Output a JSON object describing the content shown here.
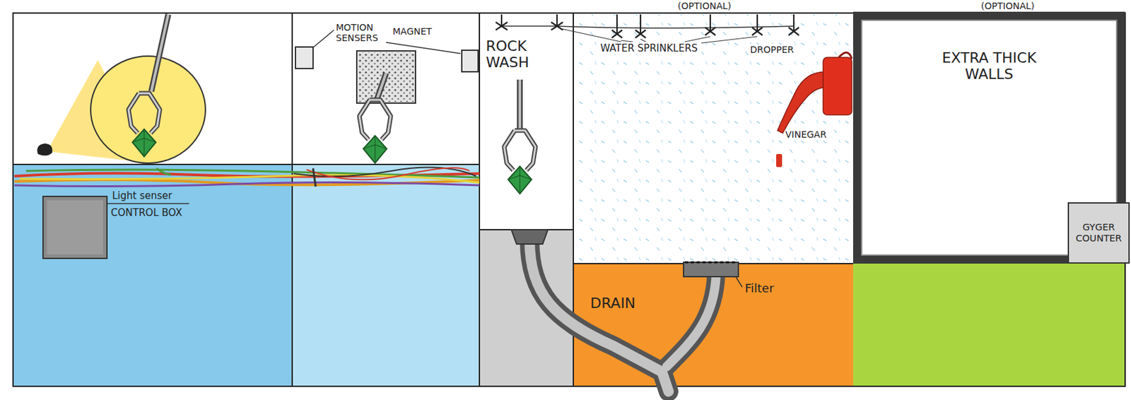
{
  "diagram": {
    "nodes": [
      {
        "text": [
          "EXTRA THICK WALLS"
        ]
      },
      {
        "text": [
          "GYGER COUNTER"
        ]
      }
    ],
    "labels": [
      "(OPTIONAL)",
      "(OPTIONAL)",
      "MOTION SENSERS",
      "MAGNET",
      "ROCK WASH",
      "WATER SPRINKLERS",
      "DROPPER",
      "VINEGAR",
      "Light senser",
      "CONTROL BOX",
      "DRAIN",
      "Filter"
    ]
  }
}
